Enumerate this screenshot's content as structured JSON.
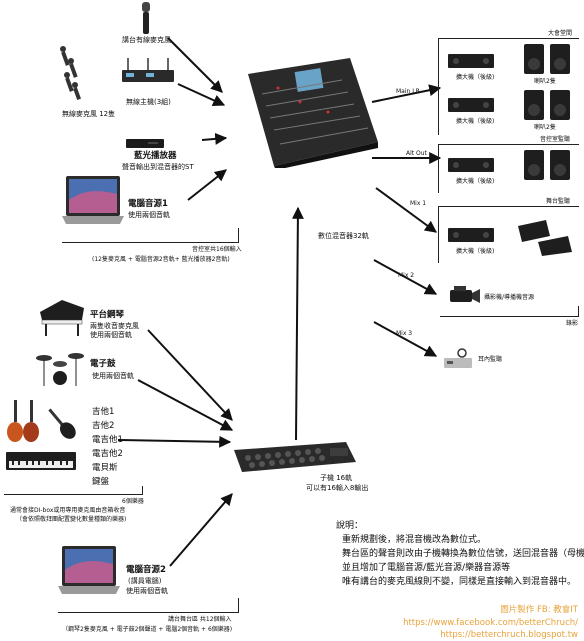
{
  "colors": {
    "accent_orange": "#e8a23a",
    "arrow": "#111111",
    "device_dark": "#1e1e1e"
  },
  "inputs_top": {
    "wired_mic": "講台有線麥克風",
    "wireless_mic": "無線麥克風 12隻",
    "wireless_receiver": "無線主機(3組)",
    "bluray_title": "藍光播放器",
    "bluray_sub": "聲音輸出到混音器的ST",
    "laptop1_title": "電腦音源1",
    "laptop1_sub": "使用兩個音軌",
    "summary1": "音控室共16個輸入",
    "summary2": "(12隻麥克風 + 電腦音源2音軌+ 藍光播放器2音軌)"
  },
  "inputs_bottom": {
    "piano_title": "平台鋼琴",
    "piano_sub1": "兩隻收音麥克風",
    "piano_sub2": "使用兩個音軌",
    "drums_title": "電子鼓",
    "drums_sub": "使用兩個音軌",
    "instruments": [
      "吉他1",
      "吉他2",
      "電吉他1",
      "電吉他2",
      "電貝斯",
      "鍵盤"
    ],
    "instr_count": "6個樂器",
    "instr_note1": "通常會接DI-box或用專用麥克風由音箱收音",
    "instr_note2": "（會依照敬拜團配置變化數量種類的樂器)",
    "laptop2_title": "電腦音源2",
    "laptop2_sub1": "(講員電腦)",
    "laptop2_sub2": "使用兩個音軌",
    "summary1": "講台舞台區 共12個輸入",
    "summary2": "（鋼琴2隻麥克風 + 電子鼓2個聲道 + 電腦2個音軌 + 6個樂器)"
  },
  "stagebox": {
    "label1": "子機 16軌",
    "label2": "可以有16輸入8輸出"
  },
  "digital_link": "數位混音器32軌",
  "outputs": {
    "main_lr": "Main LR",
    "alt_out": "Alt Out",
    "mix1": "Mix 1",
    "mix2": "Mix 2",
    "mix3": "Mix 3",
    "hall_title": "大會堂間",
    "amp_label": "擴大機（後級)",
    "spk2_label": "喇叭2隻",
    "spk2_label_b": "喇叭2隻",
    "control_room": "音控室監聽",
    "stage_monitor": "舞台監聽",
    "camcorder": "攝影機/導播機音源",
    "record": "錄影",
    "iem": "耳內監聽"
  },
  "notes": {
    "title": "說明：",
    "lines": [
      "重新規劃後，將混音機改為數位式。",
      "舞台區的聲音則改由子機轉換為數位信號，送回混音器（母機）。",
      "並且增加了電腦音源/藍光音源/樂器音源等",
      "唯有講台的麥克風線則不變，同樣是直接輸入到混音器中。"
    ]
  },
  "credits": {
    "line1": "圖片製作 FB: 教會IT",
    "line2": "https://www.facebook.com/betterChruch/",
    "line3": "https://betterchruch.blogspot.tw"
  }
}
